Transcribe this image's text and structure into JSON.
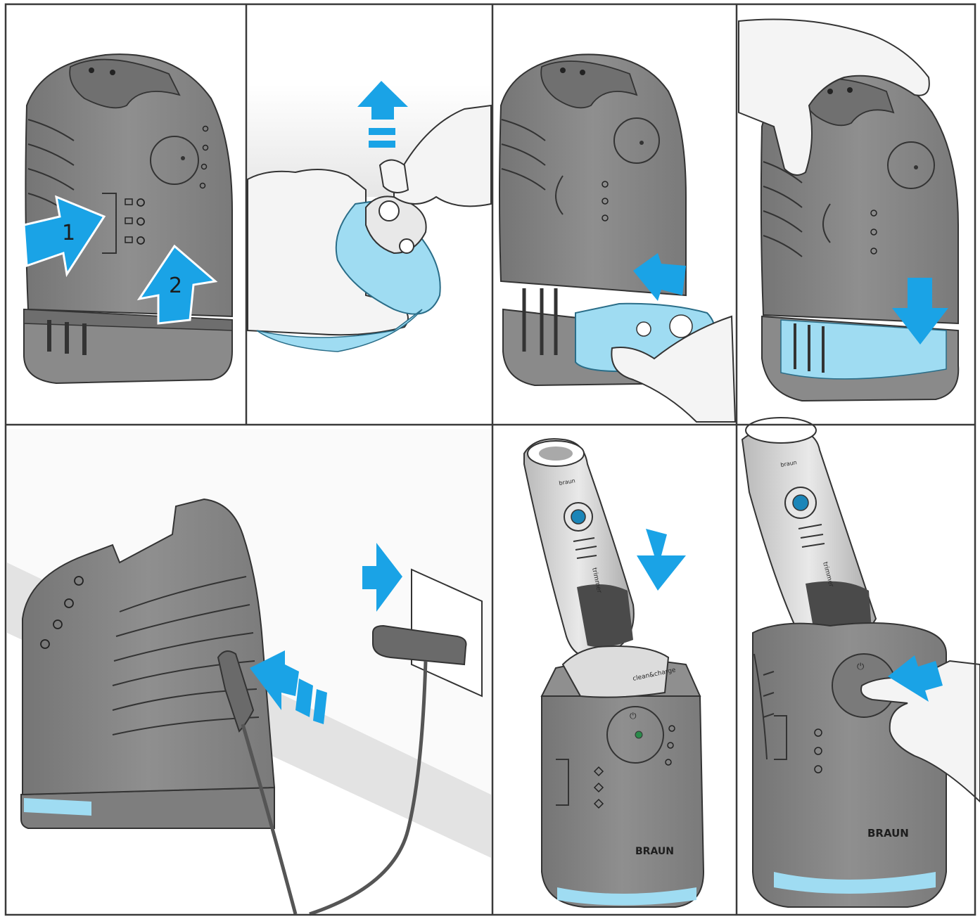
{
  "panels": [
    {
      "id": "remove-cartridge",
      "step_labels": [
        "1",
        "2"
      ]
    },
    {
      "id": "open-cartridge"
    },
    {
      "id": "insert-cartridge"
    },
    {
      "id": "lock-housing"
    },
    {
      "id": "plug-in-power"
    },
    {
      "id": "insert-shaver",
      "brand": "BRAUN",
      "cartridge_text": "clean&charge",
      "shaver_texts": [
        "braun",
        "trimmer"
      ]
    },
    {
      "id": "press-start-button",
      "brand": "BRAUN",
      "shaver_texts": [
        "braun",
        "trimmer"
      ]
    }
  ],
  "colors": {
    "frame": "#3a3a3a",
    "body_gray": "#8a8a8a",
    "body_dark": "#6e6e6e",
    "arrow_blue": "#1aa3e6",
    "cartridge_blue": "#9fdcf2",
    "skin": "#f2f2f2"
  },
  "icons": [
    "push-arrow-icon",
    "lift-arrow-icon",
    "press-down-arrow-icon",
    "power-symbol-icon",
    "indicator-led-icon"
  ]
}
